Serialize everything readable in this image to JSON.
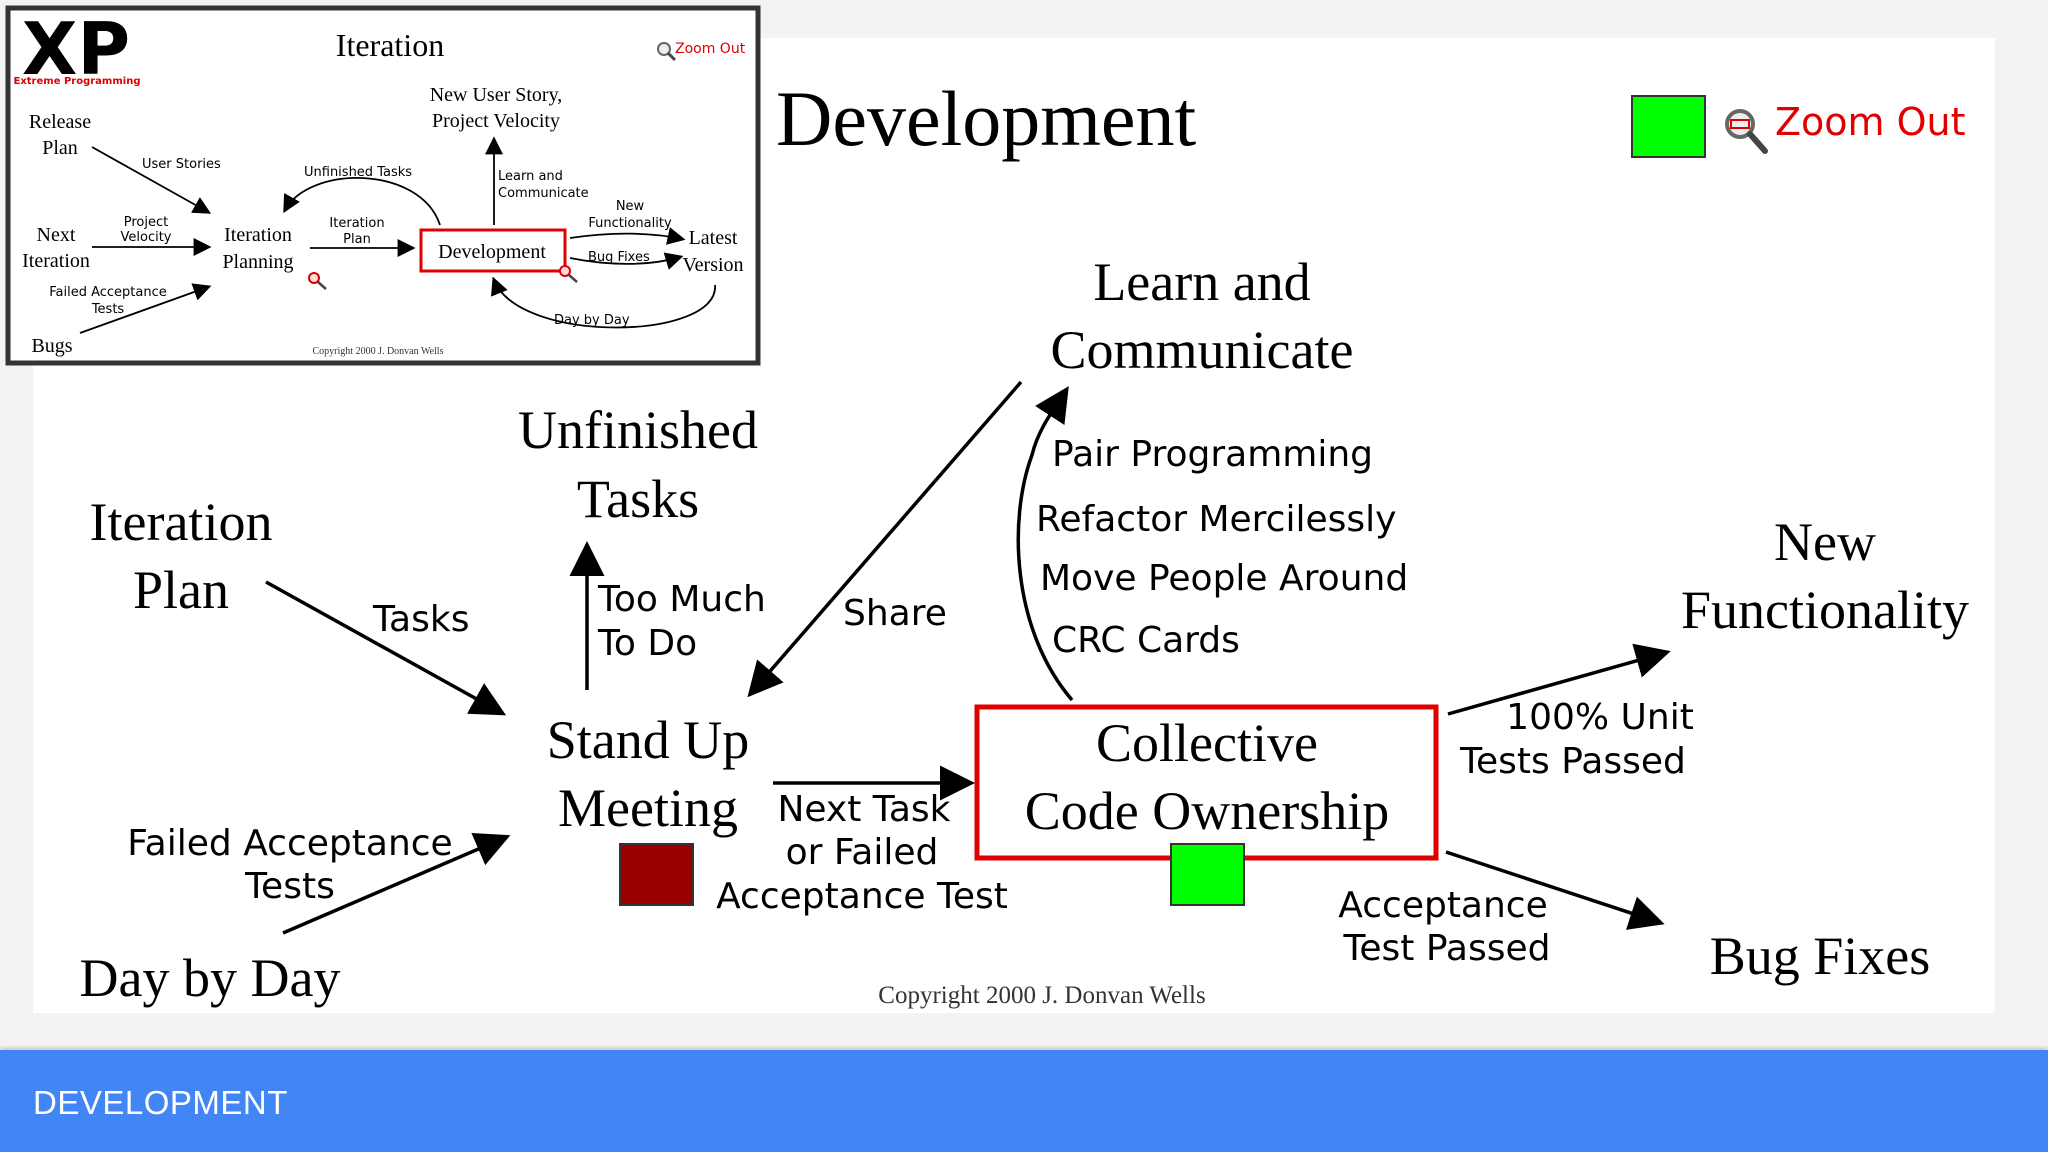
{
  "main": {
    "title": "Development",
    "zoom_out_label": "Zoom Out",
    "copyright": "Copyright 2000 J. Donvan Wells",
    "nodes": {
      "learn_1": "Learn and",
      "learn_2": "Communicate",
      "unfinished_1": "Unfinished",
      "unfinished_2": "Tasks",
      "iteration_plan_1": "Iteration",
      "iteration_plan_2": "Plan",
      "standup_1": "Stand Up",
      "standup_2": "Meeting",
      "cco_1": "Collective",
      "cco_2": "Code Ownership",
      "new_func_1": "New",
      "new_func_2": "Functionality",
      "bug_fixes": "Bug Fixes",
      "day_by_day": "Day by Day"
    },
    "edge_labels": {
      "tasks": "Tasks",
      "too_much_1": "Too Much",
      "too_much_2": "To Do",
      "share": "Share",
      "pair_programming": "Pair Programming",
      "refactor": "Refactor Mercilessly",
      "move_people": "Move People Around",
      "crc_cards": "CRC Cards",
      "unit_tests_1": "100% Unit",
      "unit_tests_2": "Tests Passed",
      "next_task_1": "Next Task",
      "next_task_2": "or Failed",
      "next_task_3": "Acceptance Test",
      "failed_acc_1": "Failed Acceptance",
      "failed_acc_2": "Tests",
      "acc_passed_1": "Acceptance",
      "acc_passed_2": "Test Passed"
    },
    "colors": {
      "highlight_box": "#e00000",
      "indicator_green": "#00ff00",
      "indicator_red": "#990000"
    }
  },
  "thumbnail": {
    "logo_text": "XP",
    "logo_subtext": "Extreme Programming",
    "title": "Iteration",
    "zoom_out_label": "Zoom Out",
    "copyright": "Copyright 2000 J. Donvan Wells",
    "nodes": {
      "release_1": "Release",
      "release_2": "Plan",
      "next_1": "Next",
      "next_2": "Iteration",
      "bugs": "Bugs",
      "iter_plan_1": "Iteration",
      "iter_plan_2": "Planning",
      "development": "Development",
      "latest_1": "Latest",
      "latest_2": "Version",
      "new_story_1": "New User Story,",
      "new_story_2": "Project Velocity"
    },
    "labels": {
      "user_stories": "User Stories",
      "project_velocity_1": "Project",
      "project_velocity_2": "Velocity",
      "failed_acc_1": "Failed Acceptance",
      "failed_acc_2": "Tests",
      "unfinished_tasks": "Unfinished Tasks",
      "iteration_plan_1": "Iteration",
      "iteration_plan_2": "Plan",
      "learn_1": "Learn and",
      "learn_2": "Communicate",
      "new_func_1": "New",
      "new_func_2": "Functionality",
      "bug_fixes": "Bug Fixes",
      "day_by_day": "Day by Day"
    }
  },
  "footer": {
    "title": "DEVELOPMENT"
  }
}
